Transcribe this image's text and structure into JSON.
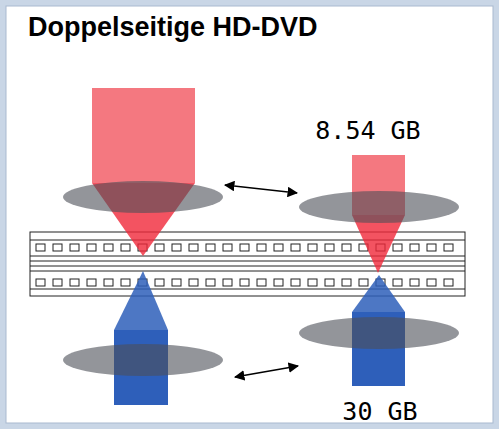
{
  "diagram": {
    "title": "Doppelseitige HD-DVD",
    "labels": [
      "8.54 GB",
      "30 GB"
    ]
  }
}
